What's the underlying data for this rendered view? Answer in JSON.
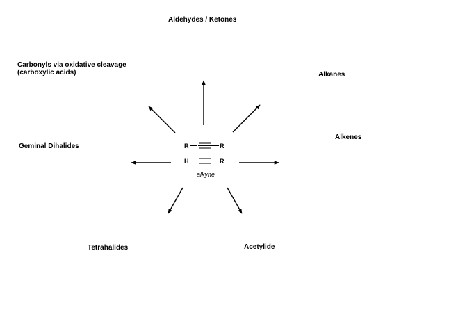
{
  "products": {
    "aldehydes_ketones": "Aldehydes / Ketones",
    "carbonyls_line1": "Carbonyls via oxidative cleavage",
    "carbonyls_line2": "(carboxylic acids)",
    "alkanes": "Alkanes",
    "alkenes": "Alkenes",
    "geminal_dihalides": "Geminal Dihalides",
    "tetrahalides": "Tetrahalides",
    "acetylide": "Acetylide"
  },
  "structure": {
    "internal": {
      "left_group": "R",
      "right_group": "R"
    },
    "terminal": {
      "left_group": "H",
      "right_group": "R"
    },
    "caption": "alkyne"
  },
  "colors": {
    "ink": "#000000",
    "background": "#ffffff"
  }
}
